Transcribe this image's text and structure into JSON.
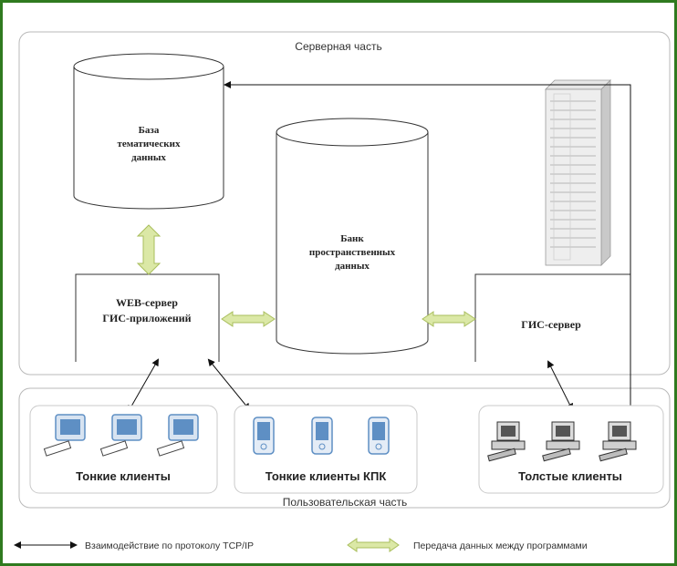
{
  "zones": {
    "server_title": "Серверная часть",
    "client_title": "Пользовательская часть"
  },
  "databases": {
    "thematic": [
      "База",
      "тематических",
      "данных"
    ],
    "spatial": [
      "Банк",
      "пространственных",
      "данных"
    ]
  },
  "servers": {
    "web": [
      "WEB-сервер",
      "ГИС-приложений"
    ],
    "gis": [
      "ГИС-сервер"
    ]
  },
  "clients": {
    "thin": "Тонкие клиенты",
    "thin_pda": "Тонкие клиенты КПК",
    "thick": "Толстые клиенты"
  },
  "legend": {
    "tcpip": "Взаимодействие по протоколу TCP/IP",
    "transfer": "Передача данных между программами"
  },
  "colors": {
    "frame": "#2f7a1f",
    "zone_border": "#b9b9b9",
    "transfer_arrow": "#dbe8a6",
    "transfer_arrow_stroke": "#a9be5c",
    "monitor_screen": "#5e8fc4"
  },
  "icons": {
    "server_tower": "server-tower-icon",
    "thin_client": "computer-monitor-icon",
    "pda": "pda-icon",
    "thick_client": "desktop-computer-icon"
  }
}
